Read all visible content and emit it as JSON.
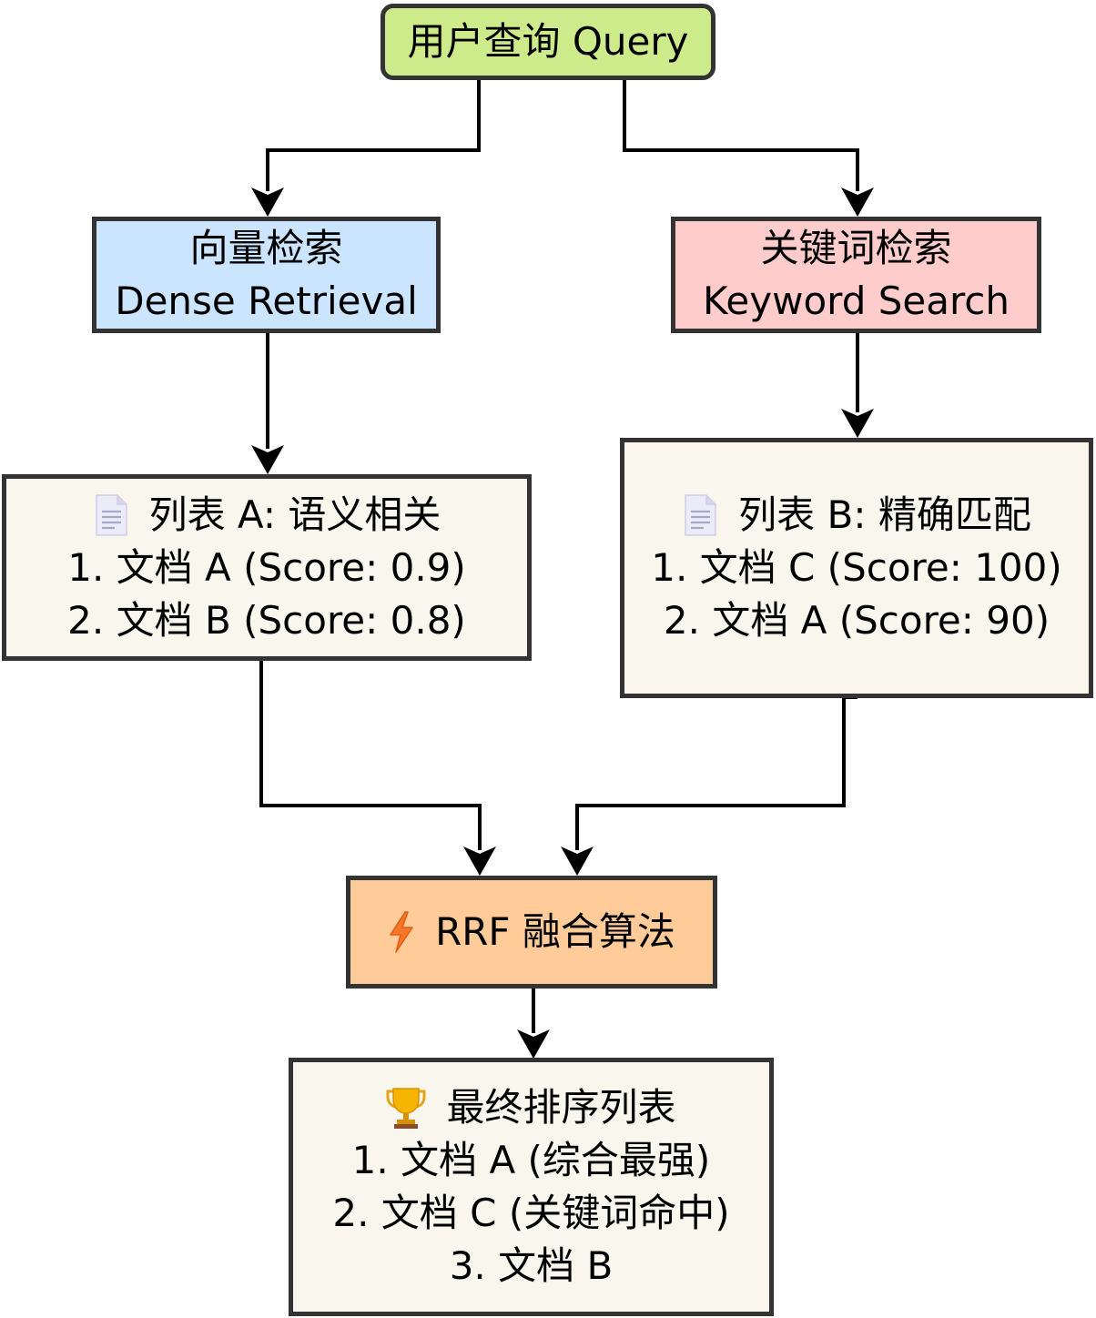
{
  "colors": {
    "query": "#cdeb8b",
    "dense": "#cce5ff",
    "keyword": "#ffcccc",
    "list": "#f9f7ed",
    "rrf": "#ffcc99",
    "border": "#333333"
  },
  "nodes": {
    "query": {
      "label": "用户查询 Query"
    },
    "dense": {
      "line1": "向量检索",
      "line2": "Dense Retrieval"
    },
    "keyword": {
      "line1": "关键词检索",
      "line2": "Keyword Search"
    },
    "list_a": {
      "icon": "document-icon",
      "title": "列表 A: 语义相关",
      "item1": "1. 文档 A (Score: 0.9)",
      "item2": "2. 文档 B (Score: 0.8)"
    },
    "list_b": {
      "icon": "document-icon",
      "title": "列表 B: 精确匹配",
      "item1": "1. 文档 C (Score: 100)",
      "item2": "2. 文档 A (Score: 90)"
    },
    "rrf": {
      "icon": "lightning-icon",
      "label": "RRF 融合算法"
    },
    "final": {
      "icon": "trophy-icon",
      "title": "最终排序列表",
      "item1": "1. 文档 A (综合最强)",
      "item2": "2. 文档 C (关键词命中)",
      "item3": "3. 文档 B"
    }
  }
}
